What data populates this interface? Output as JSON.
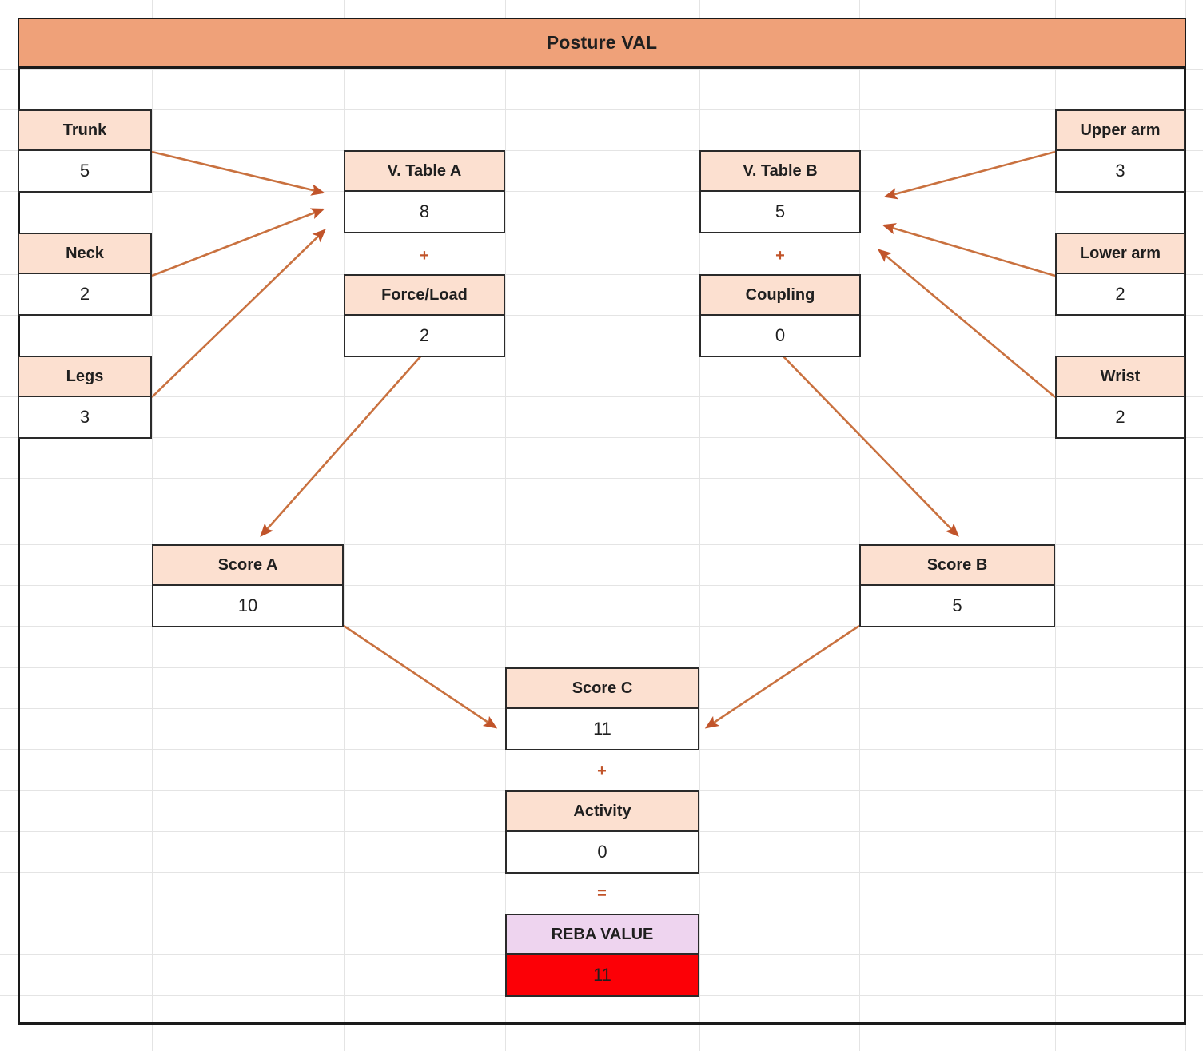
{
  "title": {
    "text": "Posture VAL"
  },
  "colors": {
    "title_bar": "#EFA179",
    "box_header": "#FCE0D0",
    "arrow": "#C1542A",
    "reba_header": "#EED4EF",
    "reba_value": "#FC0006",
    "grid": "#E4E4E4",
    "border": "#2A2A2A"
  },
  "boxes": {
    "trunk": {
      "label": "Trunk",
      "value": "5"
    },
    "neck": {
      "label": "Neck",
      "value": "2"
    },
    "legs": {
      "label": "Legs",
      "value": "3"
    },
    "upper_arm": {
      "label": "Upper arm",
      "value": "3"
    },
    "lower_arm": {
      "label": "Lower arm",
      "value": "2"
    },
    "wrist": {
      "label": "Wrist",
      "value": "2"
    },
    "table_a": {
      "label": "V. Table A",
      "value": "8"
    },
    "force_load": {
      "label": "Force/Load",
      "value": "2"
    },
    "table_b": {
      "label": "V. Table B",
      "value": "5"
    },
    "coupling": {
      "label": "Coupling",
      "value": "0"
    },
    "score_a": {
      "label": "Score A",
      "value": "10"
    },
    "score_b": {
      "label": "Score B",
      "value": "5"
    },
    "score_c": {
      "label": "Score C",
      "value": "11"
    },
    "activity": {
      "label": "Activity",
      "value": "0"
    },
    "reba": {
      "label": "REBA VALUE",
      "value": "11"
    }
  },
  "operators": {
    "plus_a": "+",
    "plus_b": "+",
    "plus_c": "+",
    "equals": "="
  }
}
